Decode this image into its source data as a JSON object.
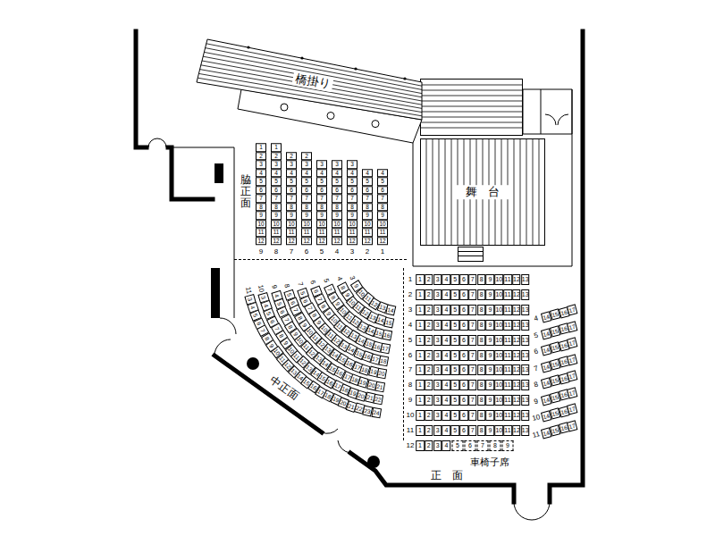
{
  "diagram": {
    "nodes": [
      {
        "text": [
          "橋掛り"
        ]
      },
      {
        "text": [
          "舞台"
        ]
      }
    ],
    "labels": [
      "脇正面",
      "1",
      "2",
      "3",
      "4",
      "5",
      "6",
      "7",
      "8",
      "9",
      "10",
      "11",
      "12",
      "1",
      "2",
      "3",
      "4",
      "5",
      "6",
      "7",
      "8",
      "9",
      "10",
      "11",
      "12",
      "2",
      "3",
      "4",
      "5",
      "6",
      "7",
      "8",
      "9",
      "10",
      "11",
      "12",
      "2",
      "3",
      "4",
      "5",
      "6",
      "7",
      "8",
      "9",
      "10",
      "11",
      "12",
      "3",
      "4",
      "5",
      "6",
      "7",
      "8",
      "9",
      "10",
      "11",
      "12",
      "3",
      "4",
      "5",
      "6",
      "7",
      "8",
      "9",
      "10",
      "11",
      "12",
      "3",
      "4",
      "5",
      "6",
      "7",
      "8",
      "9",
      "10",
      "11",
      "12",
      "4",
      "5",
      "6",
      "7",
      "8",
      "9",
      "10",
      "11",
      "12",
      "4",
      "5",
      "6",
      "7",
      "8",
      "9",
      "10",
      "11",
      "12",
      "9",
      "8",
      "7",
      "6",
      "5",
      "4",
      "3",
      "2",
      "1",
      "中正面",
      "3",
      "9",
      "10",
      "11",
      "12",
      "13",
      "14",
      "4",
      "8",
      "9",
      "10",
      "11",
      "12",
      "13",
      "14",
      "15",
      "5",
      "7",
      "8",
      "9",
      "10",
      "11",
      "12",
      "13",
      "14",
      "15",
      "16",
      "6",
      "6",
      "7",
      "8",
      "9",
      "10",
      "11",
      "12",
      "13",
      "14",
      "15",
      "16",
      "17",
      "7",
      "5",
      "6",
      "7",
      "8",
      "9",
      "10",
      "11",
      "12",
      "13",
      "14",
      "15",
      "16",
      "17",
      "18",
      "8",
      "5",
      "6",
      "7",
      "8",
      "9",
      "10",
      "11",
      "12",
      "13",
      "14",
      "15",
      "16",
      "17",
      "18",
      "19",
      "20",
      "9",
      "4",
      "5",
      "6",
      "7",
      "8",
      "9",
      "10",
      "11",
      "12",
      "13",
      "14",
      "15",
      "16",
      "17",
      "18",
      "19",
      "20",
      "21",
      "10",
      "3",
      "4",
      "5",
      "6",
      "7",
      "8",
      "9",
      "10",
      "11",
      "12",
      "13",
      "14",
      "15",
      "16",
      "17",
      "18",
      "19",
      "20",
      "21",
      "22",
      "11",
      "3",
      "4",
      "5",
      "6",
      "7",
      "8",
      "9",
      "10",
      "11",
      "12",
      "13",
      "14",
      "15",
      "16",
      "17",
      "18",
      "19",
      "20",
      "21",
      "22",
      "23",
      "24",
      "1",
      "1",
      "2",
      "3",
      "4",
      "5",
      "6",
      "7",
      "8",
      "9",
      "10",
      "11",
      "12",
      "13",
      "2",
      "1",
      "2",
      "3",
      "4",
      "5",
      "6",
      "7",
      "8",
      "9",
      "10",
      "11",
      "12",
      "13",
      "3",
      "1",
      "2",
      "3",
      "4",
      "5",
      "6",
      "7",
      "8",
      "9",
      "10",
      "11",
      "12",
      "13",
      "4",
      "1",
      "2",
      "3",
      "4",
      "5",
      "6",
      "7",
      "8",
      "9",
      "10",
      "11",
      "12",
      "13",
      "5",
      "1",
      "2",
      "3",
      "4",
      "5",
      "6",
      "7",
      "8",
      "9",
      "10",
      "11",
      "12",
      "13",
      "6",
      "1",
      "2",
      "3",
      "4",
      "5",
      "6",
      "7",
      "8",
      "9",
      "10",
      "11",
      "12",
      "13",
      "7",
      "1",
      "2",
      "3",
      "4",
      "5",
      "6",
      "7",
      "8",
      "9",
      "10",
      "11",
      "12",
      "13",
      "8",
      "1",
      "2",
      "3",
      "4",
      "5",
      "6",
      "7",
      "8",
      "9",
      "10",
      "11",
      "12",
      "13",
      "9",
      "1",
      "2",
      "3",
      "4",
      "5",
      "6",
      "7",
      "8",
      "9",
      "10",
      "11",
      "12",
      "13",
      "10",
      "1",
      "2",
      "3",
      "4",
      "5",
      "6",
      "7",
      "8",
      "9",
      "10",
      "11",
      "12",
      "13",
      "11",
      "1",
      "2",
      "3",
      "4",
      "5",
      "6",
      "7",
      "8",
      "9",
      "10",
      "11",
      "12",
      "13",
      "12",
      "1",
      "2",
      "3",
      "4",
      "5",
      "6",
      "7",
      "8",
      "9",
      "車椅子席",
      "正面",
      "4",
      "14",
      "15",
      "16",
      "17",
      "5",
      "14",
      "15",
      "16",
      "17",
      "6",
      "14",
      "15",
      "16",
      "17",
      "7",
      "14",
      "15",
      "16",
      "17",
      "8",
      "14",
      "15",
      "16",
      "17",
      "9",
      "14",
      "15",
      "16",
      "17",
      "10",
      "14",
      "15",
      "16",
      "17",
      "11",
      "14",
      "15",
      "16",
      "17"
    ]
  }
}
